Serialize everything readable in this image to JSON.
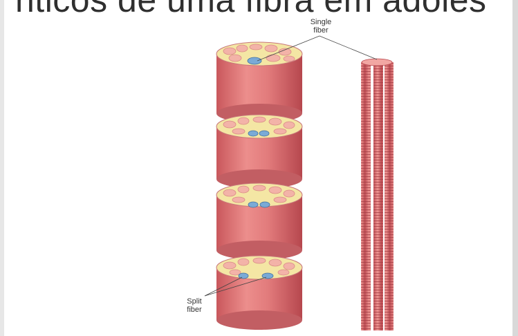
{
  "slide": {
    "title": "nticos de uma fibra em adoles"
  },
  "labels": {
    "single_fiber_line1": "Single",
    "single_fiber_line2": "fiber",
    "split_fiber_line1": "Split",
    "split_fiber_line2": "fiber"
  },
  "colors": {
    "muscle": "#e07a7a",
    "muscle_dark": "#b84a4f",
    "fascicle_fill": "#f3b3a8",
    "connective": "#f4e6a4",
    "highlight_fiber": "#7aaad6"
  }
}
